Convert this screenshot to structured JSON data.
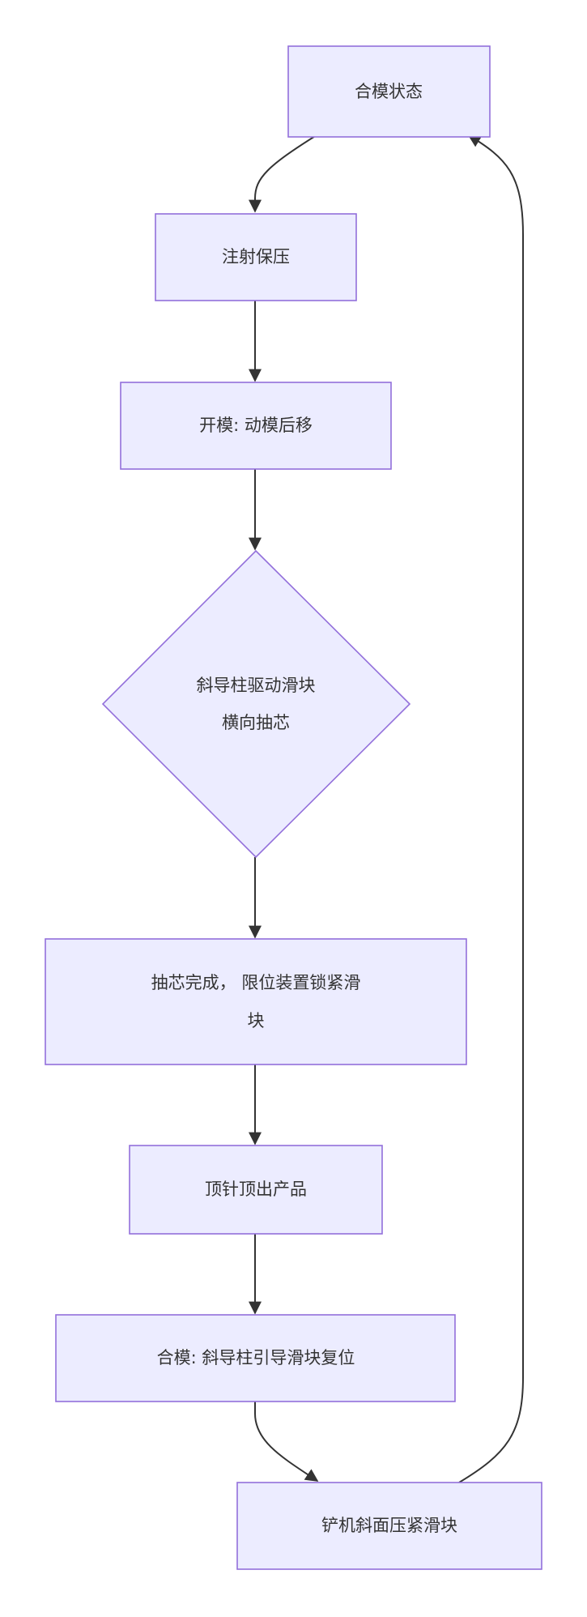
{
  "diagram": {
    "type": "flowchart",
    "colors": {
      "node_fill": "#ececff",
      "node_stroke": "#9370db",
      "edge": "#333333",
      "text": "#333333"
    },
    "nodes": {
      "closed": "合模状态",
      "inject": "注射保压",
      "open": "开模: 动模后移",
      "decision_line1": "斜导柱驱动滑块",
      "decision_line2": "横向抽芯",
      "core_done_line1": "抽芯完成， 限位装置锁紧滑",
      "core_done_line2": "块",
      "eject": "顶针顶出产品",
      "close_reset": "合模: 斜导柱引导滑块复位",
      "heel_lock": "铲机斜面压紧滑块"
    },
    "edges": [
      [
        "closed",
        "inject"
      ],
      [
        "inject",
        "open"
      ],
      [
        "open",
        "decision"
      ],
      [
        "decision",
        "core_done"
      ],
      [
        "core_done",
        "eject"
      ],
      [
        "eject",
        "close_reset"
      ],
      [
        "close_reset",
        "heel_lock"
      ],
      [
        "heel_lock",
        "closed"
      ]
    ]
  }
}
